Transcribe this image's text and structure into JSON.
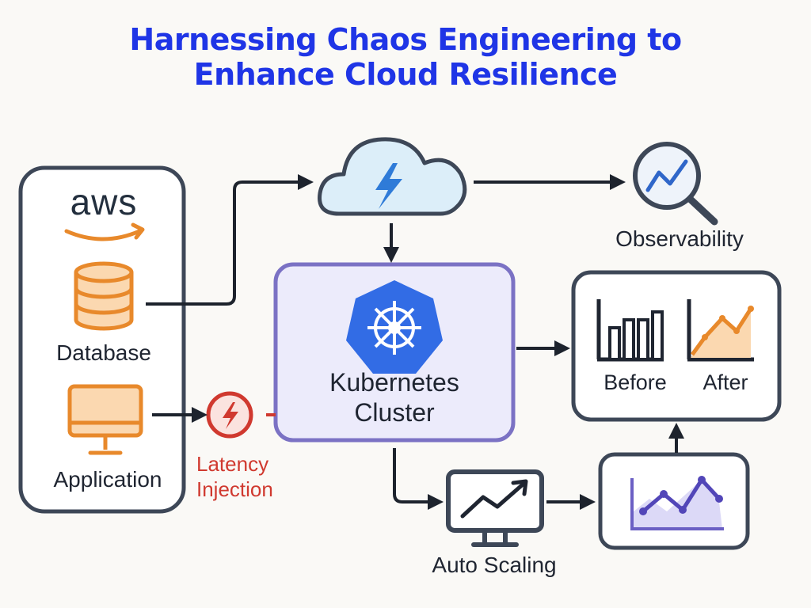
{
  "title": {
    "line1": "Harnessing Chaos Engineering to",
    "line2": "Enhance Cloud Resilience"
  },
  "provider": {
    "logo_text": "aws",
    "logo_icon": "aws-logo"
  },
  "nodes": {
    "database": {
      "label": "Database",
      "icon": "database-icon"
    },
    "application": {
      "label": "Application",
      "icon": "monitor-icon"
    },
    "latency": {
      "line1": "Latency",
      "line2": "Injection",
      "icon": "lightning-icon"
    },
    "cloud": {
      "icon": "cloud-lightning-icon"
    },
    "observability": {
      "label": "Observability",
      "icon": "magnifier-chart-icon"
    },
    "kubernetes": {
      "line1": "Kubernetes",
      "line2": "Cluster",
      "icon": "kubernetes-icon"
    },
    "comparison": {
      "before": "Before",
      "after": "After"
    },
    "autoscaling": {
      "label": "Auto Scaling",
      "icon": "monitor-trend-icon"
    },
    "metrics": {
      "icon": "line-chart-icon"
    }
  },
  "colors": {
    "title": "#1f35e6",
    "orange": "#e8892b",
    "red": "#d0392f",
    "kubernetes_blue": "#326ce5",
    "cluster_fill": "#ecebfb",
    "cluster_border": "#7b72c4",
    "outline": "#3d4757"
  }
}
